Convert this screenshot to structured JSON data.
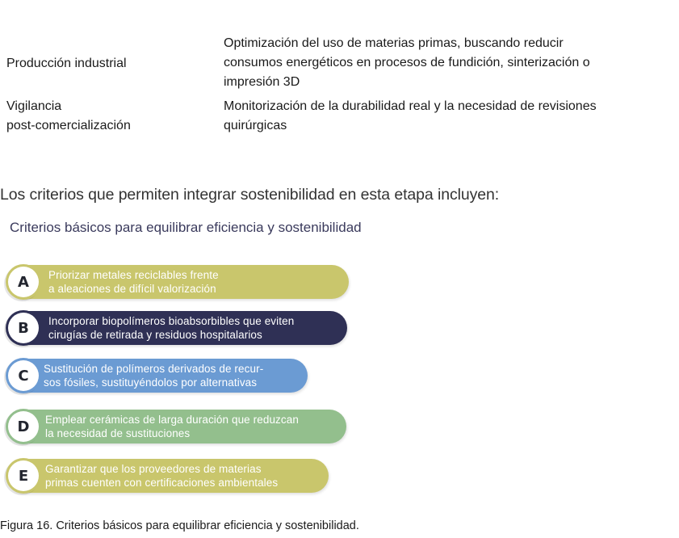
{
  "table": {
    "rows": [
      {
        "stage_lines": [
          "Producción industrial"
        ],
        "desc_lines": [
          "Optimización del uso de materias primas, buscando reducir",
          "consumos energéticos en procesos de fundición, sinterización o",
          "impresión 3D"
        ]
      },
      {
        "stage_lines": [
          "Vigilancia",
          "post-comercialización"
        ],
        "desc_lines": [
          "Monitorización de la durabilidad real y la necesidad de revisiones",
          "quirúrgicas"
        ]
      }
    ]
  },
  "intro_text": "Los criterios que permiten integrar sostenibilidad en esta etapa incluyen:",
  "figure": {
    "title": "Criterios básicos para equilibrar eficiencia y sostenibilidad",
    "items": [
      {
        "letter": "A",
        "color": "#c9c66c",
        "lines": [
          "Priorizar metales reciclables frente",
          "a aleaciones de difícil valorización"
        ]
      },
      {
        "letter": "B",
        "color": "#2f3055",
        "lines": [
          "Incorporar biopolímeros bioabsorbibles que eviten",
          "cirugías de retirada y residuos hospitalarios"
        ]
      },
      {
        "letter": "C",
        "color": "#6b9bd3",
        "lines": [
          "Sustitución de polímeros derivados de recur-",
          "sos fósiles, sustituyéndolos por alternativas"
        ]
      },
      {
        "letter": "D",
        "color": "#93bf8d",
        "lines": [
          "Emplear cerámicas de larga duración que reduzcan",
          "la necesidad de sustituciones"
        ]
      },
      {
        "letter": "E",
        "color": "#c9c66c",
        "lines": [
          "Garantizar que los proveedores de materias",
          "primas cuenten con certificaciones ambientales"
        ]
      }
    ],
    "caption": "Figura 16. Criterios básicos para equilibrar eficiencia y sostenibilidad."
  }
}
